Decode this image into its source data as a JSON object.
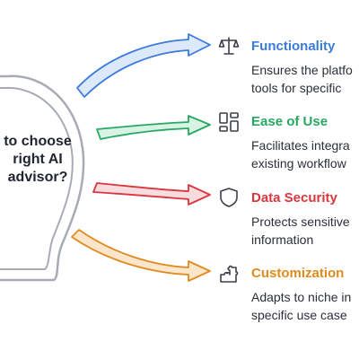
{
  "center": {
    "lines": [
      "to choose",
      "right AI",
      "advisor?"
    ]
  },
  "items": [
    {
      "title": "Functionality",
      "desc_line1": "Ensures the platfo",
      "desc_line2": "tools for specific",
      "color": "#3B7BDB",
      "icon": "scale-icon"
    },
    {
      "title": "Ease of Use",
      "desc_line1": "Facilitates integra",
      "desc_line2": "existing workflow",
      "color": "#27A862",
      "icon": "layout-grid-icon"
    },
    {
      "title": "Data Security",
      "desc_line1": "Protects sensitive",
      "desc_line2": "information",
      "color": "#D9363E",
      "icon": "shield-icon"
    },
    {
      "title": "Customization",
      "desc_line1": "Adapts to niche in",
      "desc_line2": "specific use case",
      "color": "#E08A1E",
      "icon": "puzzle-icon"
    }
  ],
  "colors": {
    "bulb_outline": "#A7ABB3",
    "bulb_fill": "#ffffff",
    "text": "#1f2430",
    "icon_stroke": "#3a3f4a"
  }
}
